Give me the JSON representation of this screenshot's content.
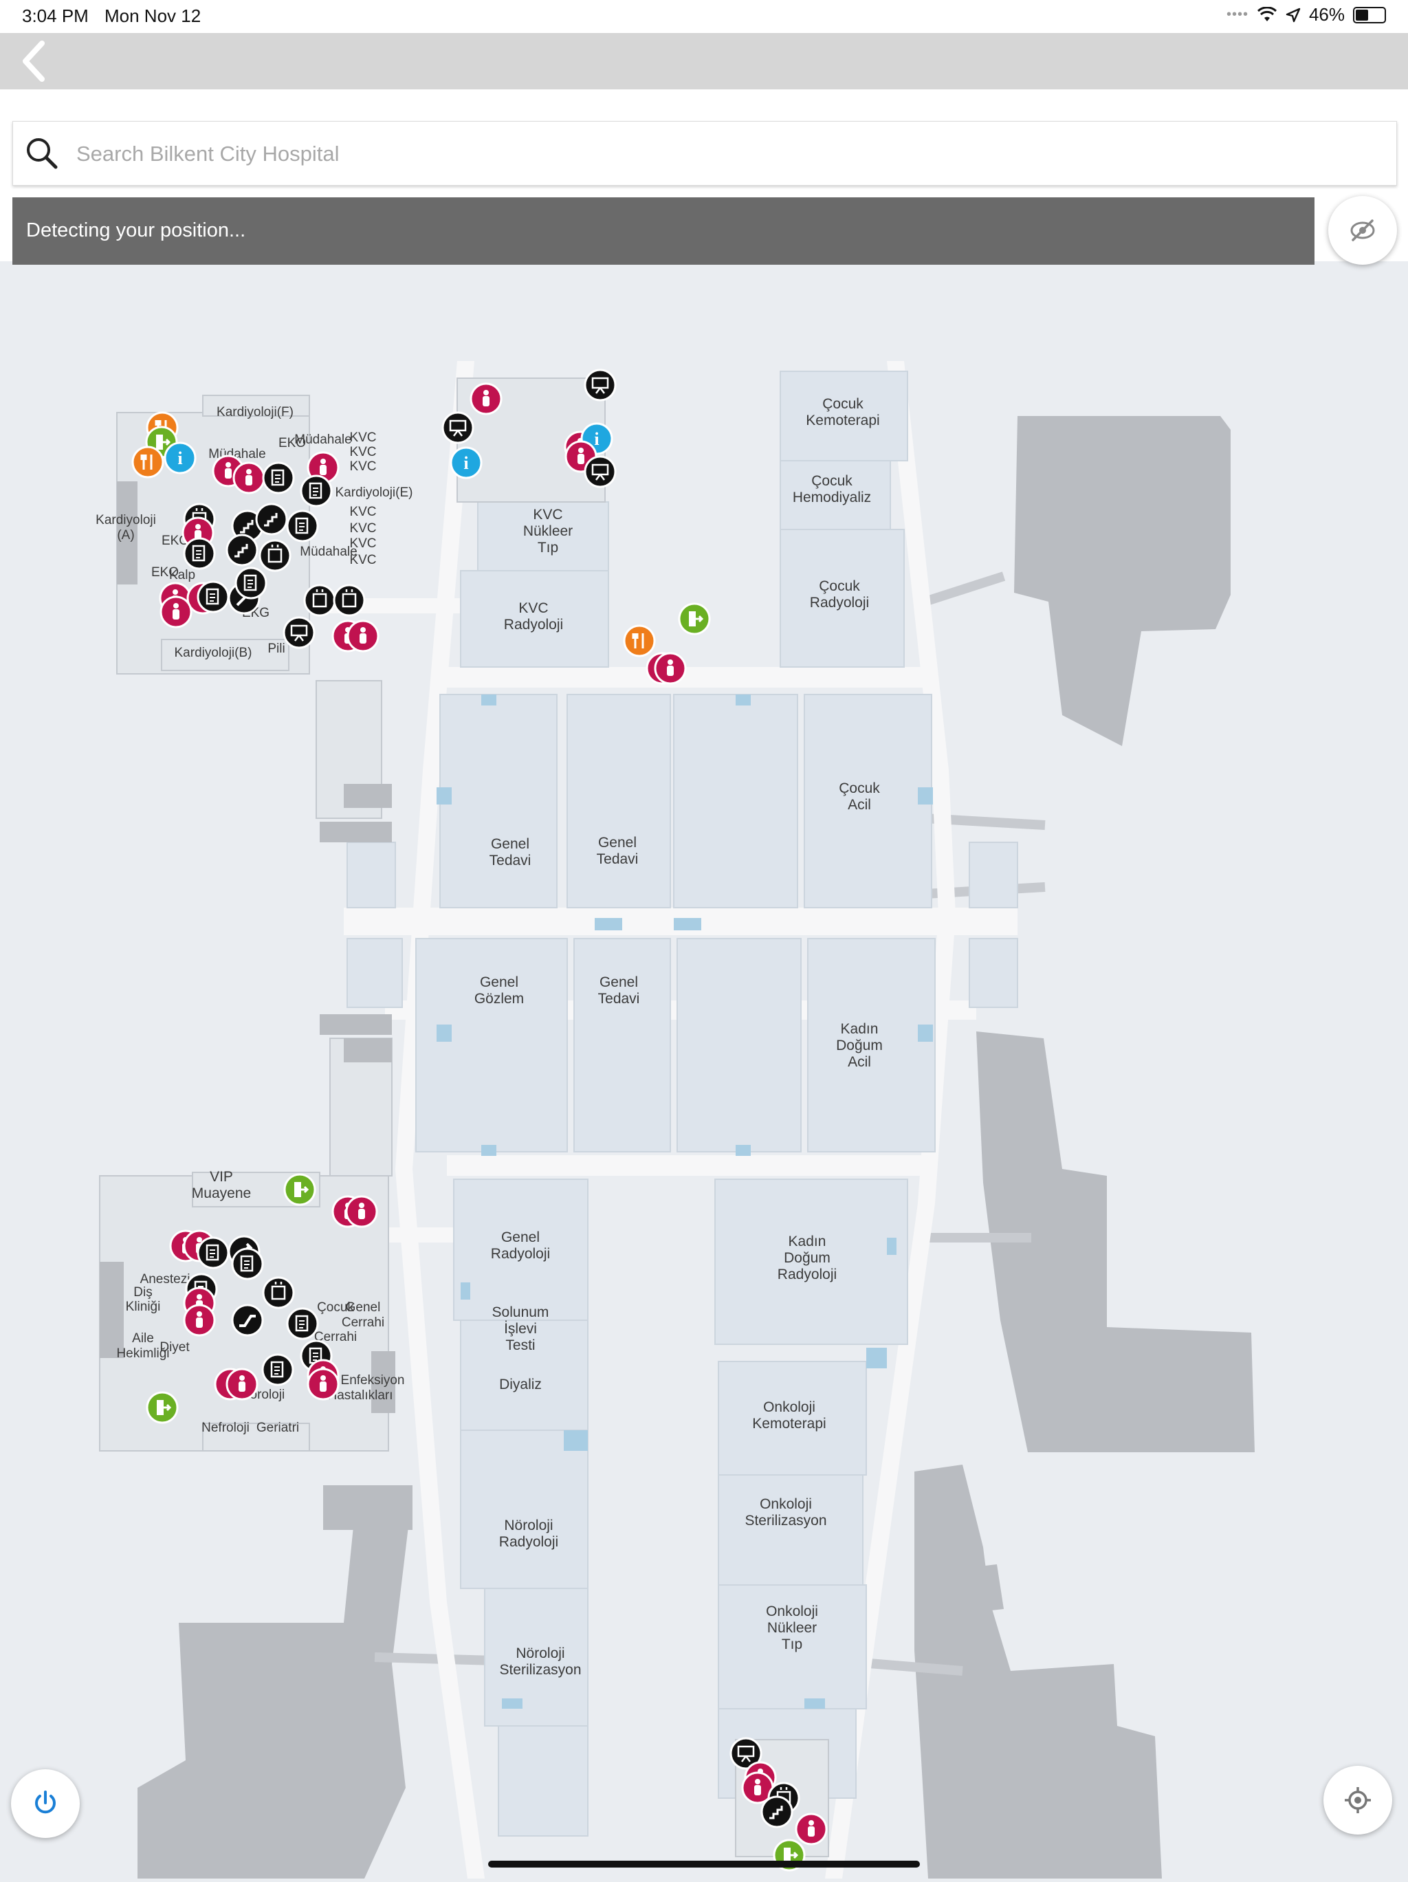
{
  "status_bar": {
    "time": "3:04 PM",
    "date": "Mon Nov 12",
    "battery": "46%",
    "battery_level": 0.46
  },
  "nav": {
    "back_icon": "chevron-left-icon"
  },
  "search": {
    "placeholder": "Search Bilkent City Hospital",
    "value": ""
  },
  "position_banner": {
    "text": "Detecting your position..."
  },
  "controls": {
    "visibility_toggle_icon": "eye-slash-icon",
    "power_icon": "power-icon",
    "locate_icon": "crosshair-icon"
  },
  "colors": {
    "poi_restroom": "#c0124f",
    "poi_service": "#111111",
    "poi_info": "#1fa7e0",
    "poi_food": "#ef7d1a",
    "poi_exit": "#6ab023",
    "room": "#dde4ec",
    "building": "#b9bcc1",
    "corridor": "#f7f7f8",
    "accent_blue": "#1a7fd6"
  },
  "rooms": {
    "cocuk_kemoterapi": [
      "Çocuk",
      "Kemoterapi"
    ],
    "cocuk_hemodiyaliz": [
      "Çocuk",
      "Hemodiyaliz"
    ],
    "cocuk_radyoloji": [
      "Çocuk",
      "Radyoloji"
    ],
    "kvc_nukleer_tip": [
      "KVC",
      "Nükleer",
      "Tıp"
    ],
    "kvc_radyoloji": [
      "KVC",
      "Radyoloji"
    ],
    "cocuk_acil": [
      "Çocuk",
      "Acil"
    ],
    "genel_tedavi_1": [
      "Genel",
      "Tedavi"
    ],
    "genel_tedavi_2": [
      "Genel",
      "Tedavi"
    ],
    "genel_gozlem": [
      "Genel",
      "Gözlem"
    ],
    "genel_tedavi_3": [
      "Genel",
      "Tedavi"
    ],
    "kadin_dogum_acil": [
      "Kadın",
      "Doğum",
      "Acil"
    ],
    "genel_radyoloji": [
      "Genel",
      "Radyoloji"
    ],
    "solunum_islevi_testi": [
      "Solunum",
      "İşlevi",
      "Testi"
    ],
    "diyaliz": [
      "Diyaliz"
    ],
    "kadin_dogum_radyoloji": [
      "Kadın",
      "Doğum",
      "Radyoloji"
    ],
    "onkoloji_kemoterapi": [
      "Onkoloji",
      "Kemoterapi"
    ],
    "onkoloji_sterilizasyon": [
      "Onkoloji",
      "Sterilizasyon"
    ],
    "onkoloji_nukleer_tip": [
      "Onkoloji",
      "Nükleer",
      "Tıp"
    ],
    "noroloji_radyoloji": [
      "Nöroloji",
      "Radyoloji"
    ],
    "noroloji_sterilizasyon": [
      "Nöroloji",
      "Sterilizasyon"
    ],
    "vip_muayene": [
      "VIP",
      "Muayene"
    ]
  },
  "cluster_labels": {
    "kardiyoloji_f": "Kardiyoloji(F)",
    "kardiyoloji_e": "Kardiyoloji(E)",
    "kardiyoloji_b": "Kardiyoloji(B)",
    "kardiyoloji_a": [
      "Kardiyoloji",
      "(A)"
    ],
    "mudahale_1": "Müdahale",
    "mudahale_2": "Müdahale",
    "mudahale_3": "Müdahale",
    "eko_1": "EKO",
    "eko_2": "EKO",
    "eko_3": "EKO",
    "ekg": "EKG",
    "kalp": "Kalp",
    "pili": "Pili",
    "kvc_list": [
      "KVC",
      "KVC",
      "KVC",
      "KVC",
      "KVC",
      "KVC",
      "KVC"
    ],
    "anestezi": "Anestezi",
    "dis_klinigi": [
      "Diş",
      "Kliniği"
    ],
    "aile_hekimligi": [
      "Aile",
      "Hekimliği"
    ],
    "diyet": "Diyet",
    "cocuk_cerrahi_1": [
      "Çocuk",
      "Cerrahi"
    ],
    "genel_cerrahi": [
      "Genel",
      "Cerrahi"
    ],
    "nefroloji": "Nefroloji",
    "geriatri": "Geriatri",
    "noroloji": "Nöroloji",
    "hastaliklari": "Hastalıkları",
    "enfeksiyon": "Enfeksiyon"
  },
  "poi_icons": {
    "restroom": "restroom-icon",
    "info": "info-icon",
    "food": "fork-knife-icon",
    "exit": "exit-door-icon",
    "stairs": "stairs-icon",
    "elevator": "elevator-icon",
    "escalator": "escalator-icon",
    "clipboard": "clipboard-icon",
    "presentation": "presentation-board-icon",
    "wheelchair": "wheelchair-icon",
    "syringe": "syringe-icon"
  }
}
